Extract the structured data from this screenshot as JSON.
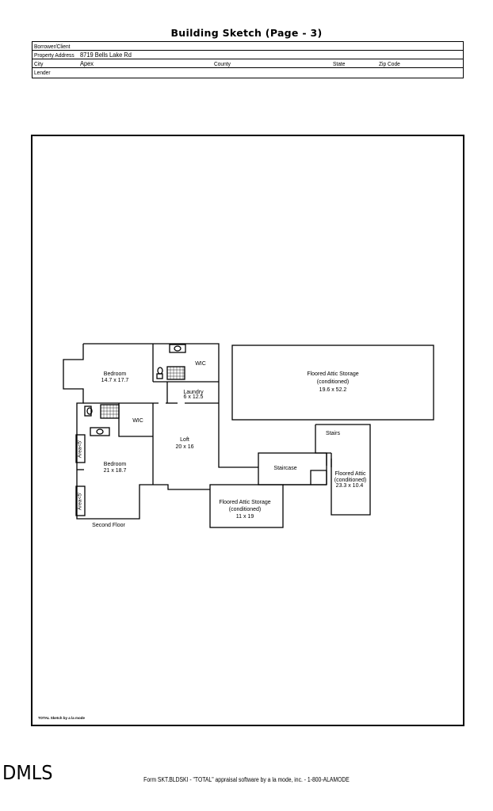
{
  "title": "Building Sketch (Page - 3)",
  "header": {
    "borrower_label": "Borrower/Client",
    "borrower_value": "",
    "property_label": "Property Address",
    "property_value": "8719 Bells Lake Rd",
    "city_label": "City",
    "city_value": "Apex",
    "county_label": "County",
    "state_label": "State",
    "zip_label": "Zip Code",
    "lender_label": "Lender"
  },
  "sketch": {
    "bedroom1": {
      "name": "Bedroom",
      "dims": "14.7 x 17.7"
    },
    "wic1": "WIC",
    "laundry": {
      "name": "Laundry",
      "dims": "6 x 12.5"
    },
    "wic2": "WIC",
    "loft": {
      "name": "Loft",
      "dims": "20 x 16"
    },
    "bedroom2": {
      "name": "Bedroom",
      "dims": "21 x 18.7"
    },
    "area1": "Area<5'",
    "area2": "Area<5'",
    "second_floor": "Second Floor",
    "fas_large": {
      "line1": "Floored Attic Storage",
      "line2": "(conditioned)",
      "dims": "19.6 x 52.2"
    },
    "stairs": "Stairs",
    "staircase": "Staircase",
    "floored_attic": {
      "line1": "Floored Attic",
      "line2": "(conditioned)",
      "dims": "23.3 x 10.4"
    },
    "fas_small": {
      "line1": "Floored Attic Storage",
      "line2": "(conditioned)",
      "dims": "11 x 19"
    }
  },
  "credit": "TOTAL Sketch by a la mode",
  "watermark": "DMLS",
  "footer": "Form SKT.BLDSKI - \"TOTAL\" appraisal software by a la mode, inc. - 1-800-ALAMODE"
}
